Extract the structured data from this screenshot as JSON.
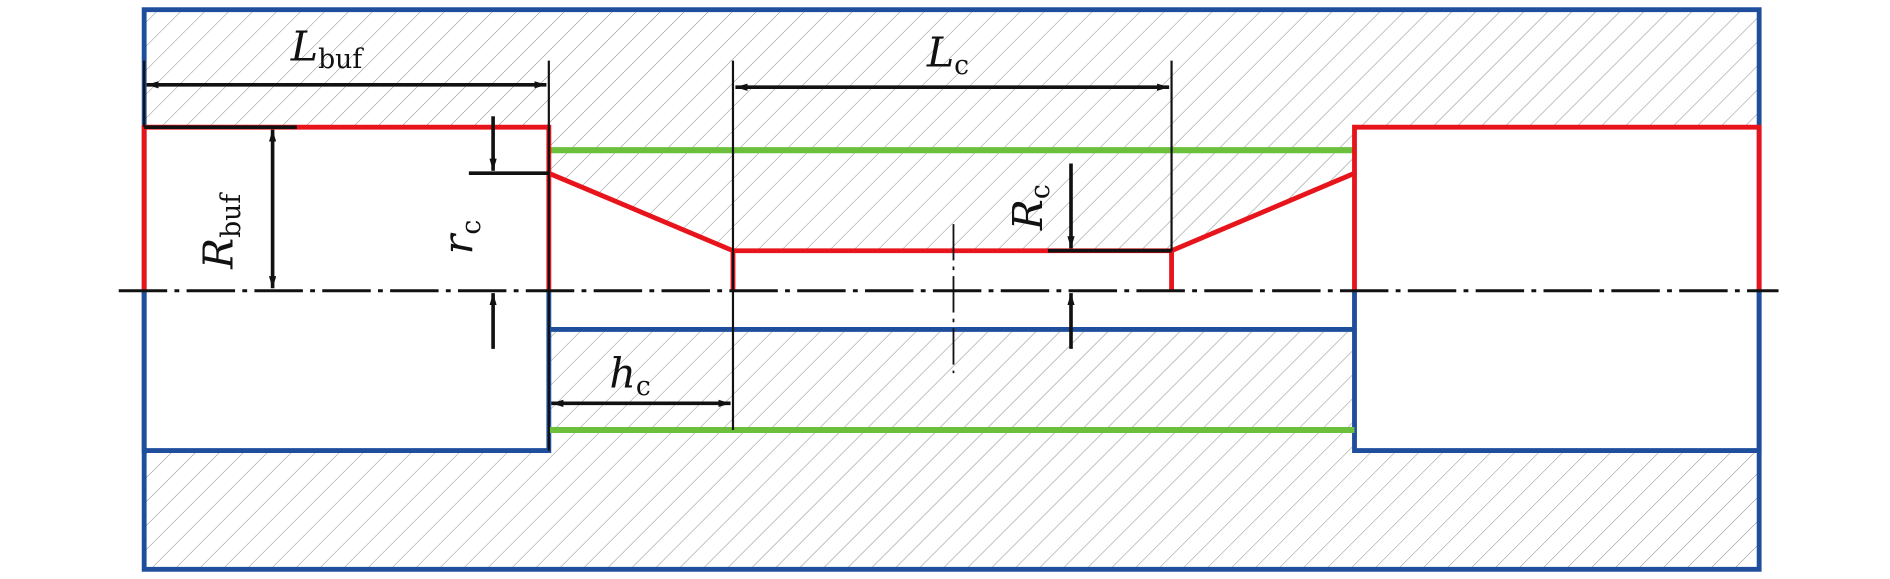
{
  "labels": {
    "L_buf": {
      "main": "L",
      "sub": "buf"
    },
    "L_c": {
      "main": "L",
      "sub": "c"
    },
    "R_buf": {
      "main": "R",
      "sub": "buf"
    },
    "r_c": {
      "main": "r",
      "sub": "c"
    },
    "R_c": {
      "main": "R",
      "sub": "c"
    },
    "h_c": {
      "main": "h",
      "sub": "c"
    }
  },
  "colors": {
    "outline": "#1f4e9c",
    "boundary_red": "#e8141c",
    "boundary_green": "#6cbf3a",
    "dimension": "#111111"
  }
}
